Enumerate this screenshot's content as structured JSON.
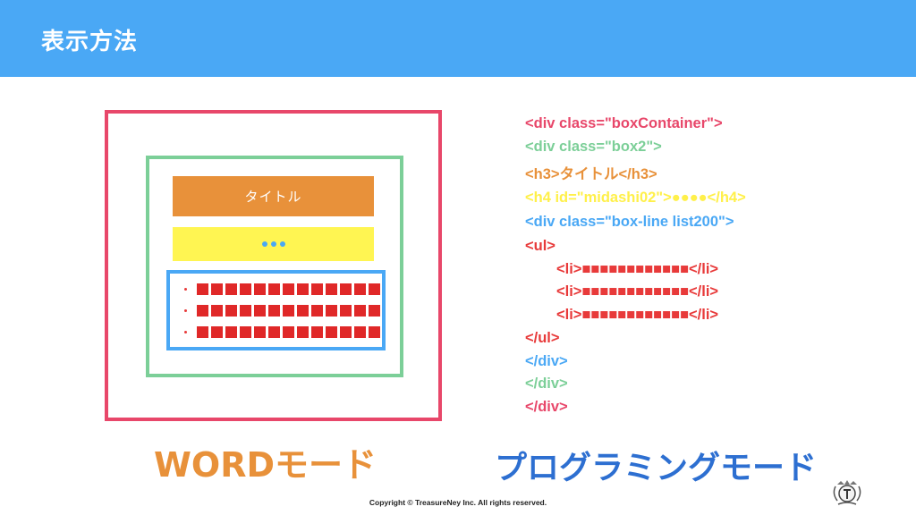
{
  "header": {
    "title": "表示方法"
  },
  "diagram": {
    "title_label": "タイトル",
    "list_rows": 3,
    "squares_per_row": 13
  },
  "code": {
    "lines": [
      {
        "text": "<div class=\"boxContainer\">",
        "color": "#e8476a",
        "indent": 0
      },
      {
        "text": "<div class=\"box2\">",
        "color": "#7ccf98",
        "indent": 0
      },
      {
        "text": "<h3>タイトル</h3>",
        "color": "#e8913a",
        "indent": 0
      },
      {
        "text": "<h4 id=\"midashi02\">●●●●</h4>",
        "color": "#fff04a",
        "indent": 0
      },
      {
        "text": "<div class=\"box-line list200\">",
        "color": "#4aa8f5",
        "indent": 0
      },
      {
        "text": "<ul>",
        "color": "#e83a3a",
        "indent": 0
      },
      {
        "text": "<li>■■■■■■■■■■■■</li>",
        "color": "#e83a3a",
        "indent": 1
      },
      {
        "text": "<li>■■■■■■■■■■■■</li>",
        "color": "#e83a3a",
        "indent": 1
      },
      {
        "text": "<li>■■■■■■■■■■■■</li>",
        "color": "#e83a3a",
        "indent": 1
      },
      {
        "text": "</ul>",
        "color": "#e83a3a",
        "indent": 0
      },
      {
        "text": "</div>",
        "color": "#4aa8f5",
        "indent": 0
      },
      {
        "text": "</div>",
        "color": "#7ccf98",
        "indent": 0
      },
      {
        "text": "</div>",
        "color": "#e8476a",
        "indent": 0
      }
    ]
  },
  "modes": {
    "word": "WORDモード",
    "programming": "プログラミングモード"
  },
  "footer": {
    "copyright": "Copyright © TreasureNey Inc. All rights reserved."
  },
  "colors": {
    "header": "#4aa8f5",
    "box_container": "#e8476a",
    "box2": "#7ccf98",
    "title": "#e8913a",
    "h4": "#fff552",
    "box_line": "#4aa8f5",
    "list": "#e02828"
  }
}
